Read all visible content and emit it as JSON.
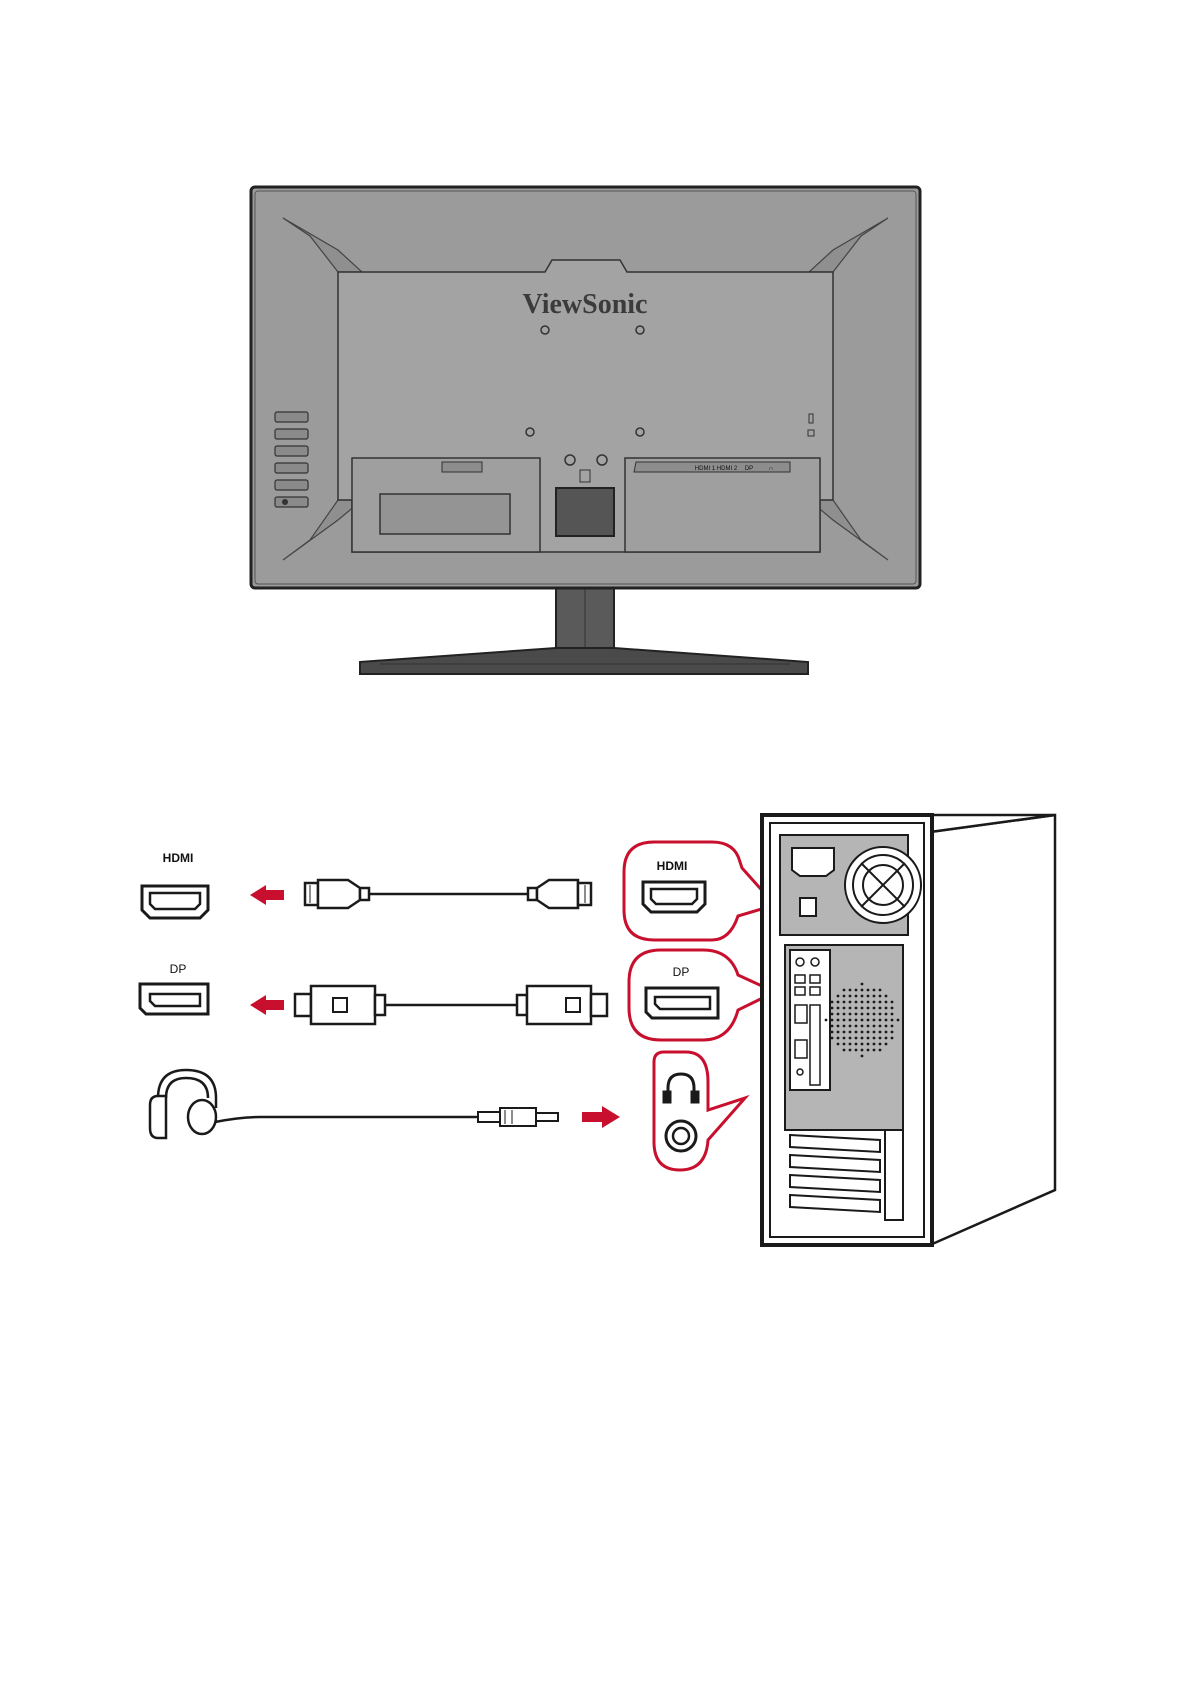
{
  "monitor": {
    "brand": "ViewSonic",
    "port_labels": [
      "HDMI 1",
      "HDMI 2",
      "DP",
      "∩"
    ]
  },
  "connections": {
    "hdmi": {
      "label": "HDMI"
    },
    "dp": {
      "label": "DP"
    },
    "audio": {
      "icon": "headphone-icon"
    }
  },
  "colors": {
    "accent": "#c8102e",
    "monitor_body": "#9b9b9b",
    "monitor_dark": "#4a4a4a",
    "stand": "#5a5a5a",
    "line": "#1a1a1a",
    "pc_panel": "#b5b5b5"
  }
}
